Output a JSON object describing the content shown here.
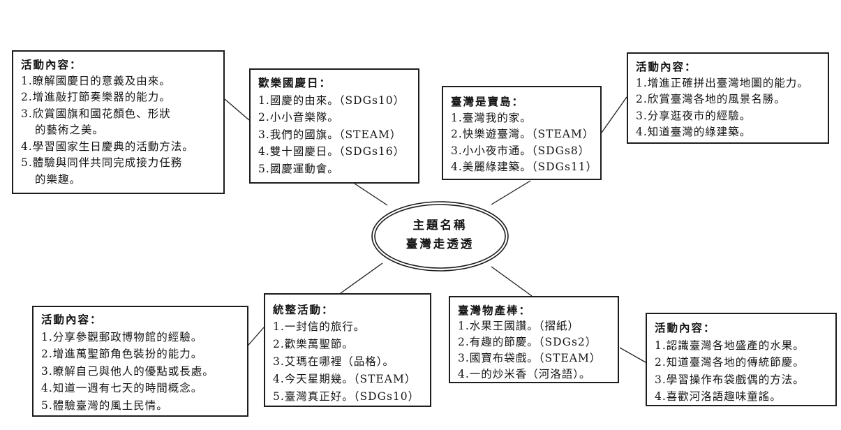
{
  "title": {
    "line1": "主題名稱",
    "line2": "臺灣走透透"
  },
  "boxes": {
    "top_left": {
      "header": "活動內容：",
      "items": [
        "1.瞭解國慶日的意義及由來。",
        "2.增進敲打節奏樂器的能力。",
        "3.欣賞國旗和國花顏色、形狀\n的藝術之美。",
        "4.學習國家生日慶典的活動方法。",
        "5.體驗與同伴共同完成接力任務\n的樂趣。"
      ]
    },
    "national_day": {
      "header": "歡樂國慶日：",
      "items": [
        "1.國慶的由來。（SDGs10）",
        "2.小小音樂隊。",
        "3.我們的國旗。（STEAM）",
        "4.雙十國慶日。（SDGs16）",
        "5.國慶運動會。"
      ]
    },
    "treasure_island": {
      "header": "臺灣是寶島：",
      "items": [
        "1.臺灣我的家。",
        "2.快樂遊臺灣。（STEAM）",
        "3.小小夜市通。（SDGs8）",
        "4.美麗綠建築。（SDGs11）"
      ]
    },
    "top_right": {
      "header": "活動內容：",
      "items": [
        "1.增進正確拼出臺灣地圖的能力。",
        "2.欣賞臺灣各地的風景名勝。",
        "3.分享逛夜市的經驗。",
        "4.知道臺灣的綠建築。"
      ]
    },
    "bottom_left": {
      "header": "活動內容：",
      "items": [
        "1.分享參觀郵政博物館的經驗。",
        "2.增進萬聖節角色裝扮的能力。",
        "3.瞭解自己與他人的優點或長處。",
        "4.知道一週有七天的時間概念。",
        "5.體驗臺灣的風土民情。"
      ]
    },
    "integrated": {
      "header": "統整活動：",
      "items": [
        "1.一封信的旅行。",
        "2.歡樂萬聖節。",
        "3.艾瑪在哪裡（品格）。",
        "4.今天星期幾。（STEAM）",
        "5.臺灣真正好。（SDGs10）"
      ]
    },
    "products": {
      "header": "臺灣物產棒：",
      "items": [
        "1.水果王國讚。（摺紙）",
        "2.有趣的節慶。（SDGs2）",
        "3.國寶布袋戲。（STEAM）",
        "4.一的炒米香（河洛語）。"
      ]
    },
    "bottom_right": {
      "header": "活動內容：",
      "items": [
        "1.認識臺灣各地盛產的水果。",
        "2.知道臺灣各地的傳統節慶。",
        "3.學習操作布袋戲偶的方法。",
        "4.喜歡河洛語趣味童謠。"
      ]
    }
  },
  "colors": {
    "ink": "#1c1c1c",
    "background": "#ffffff"
  }
}
